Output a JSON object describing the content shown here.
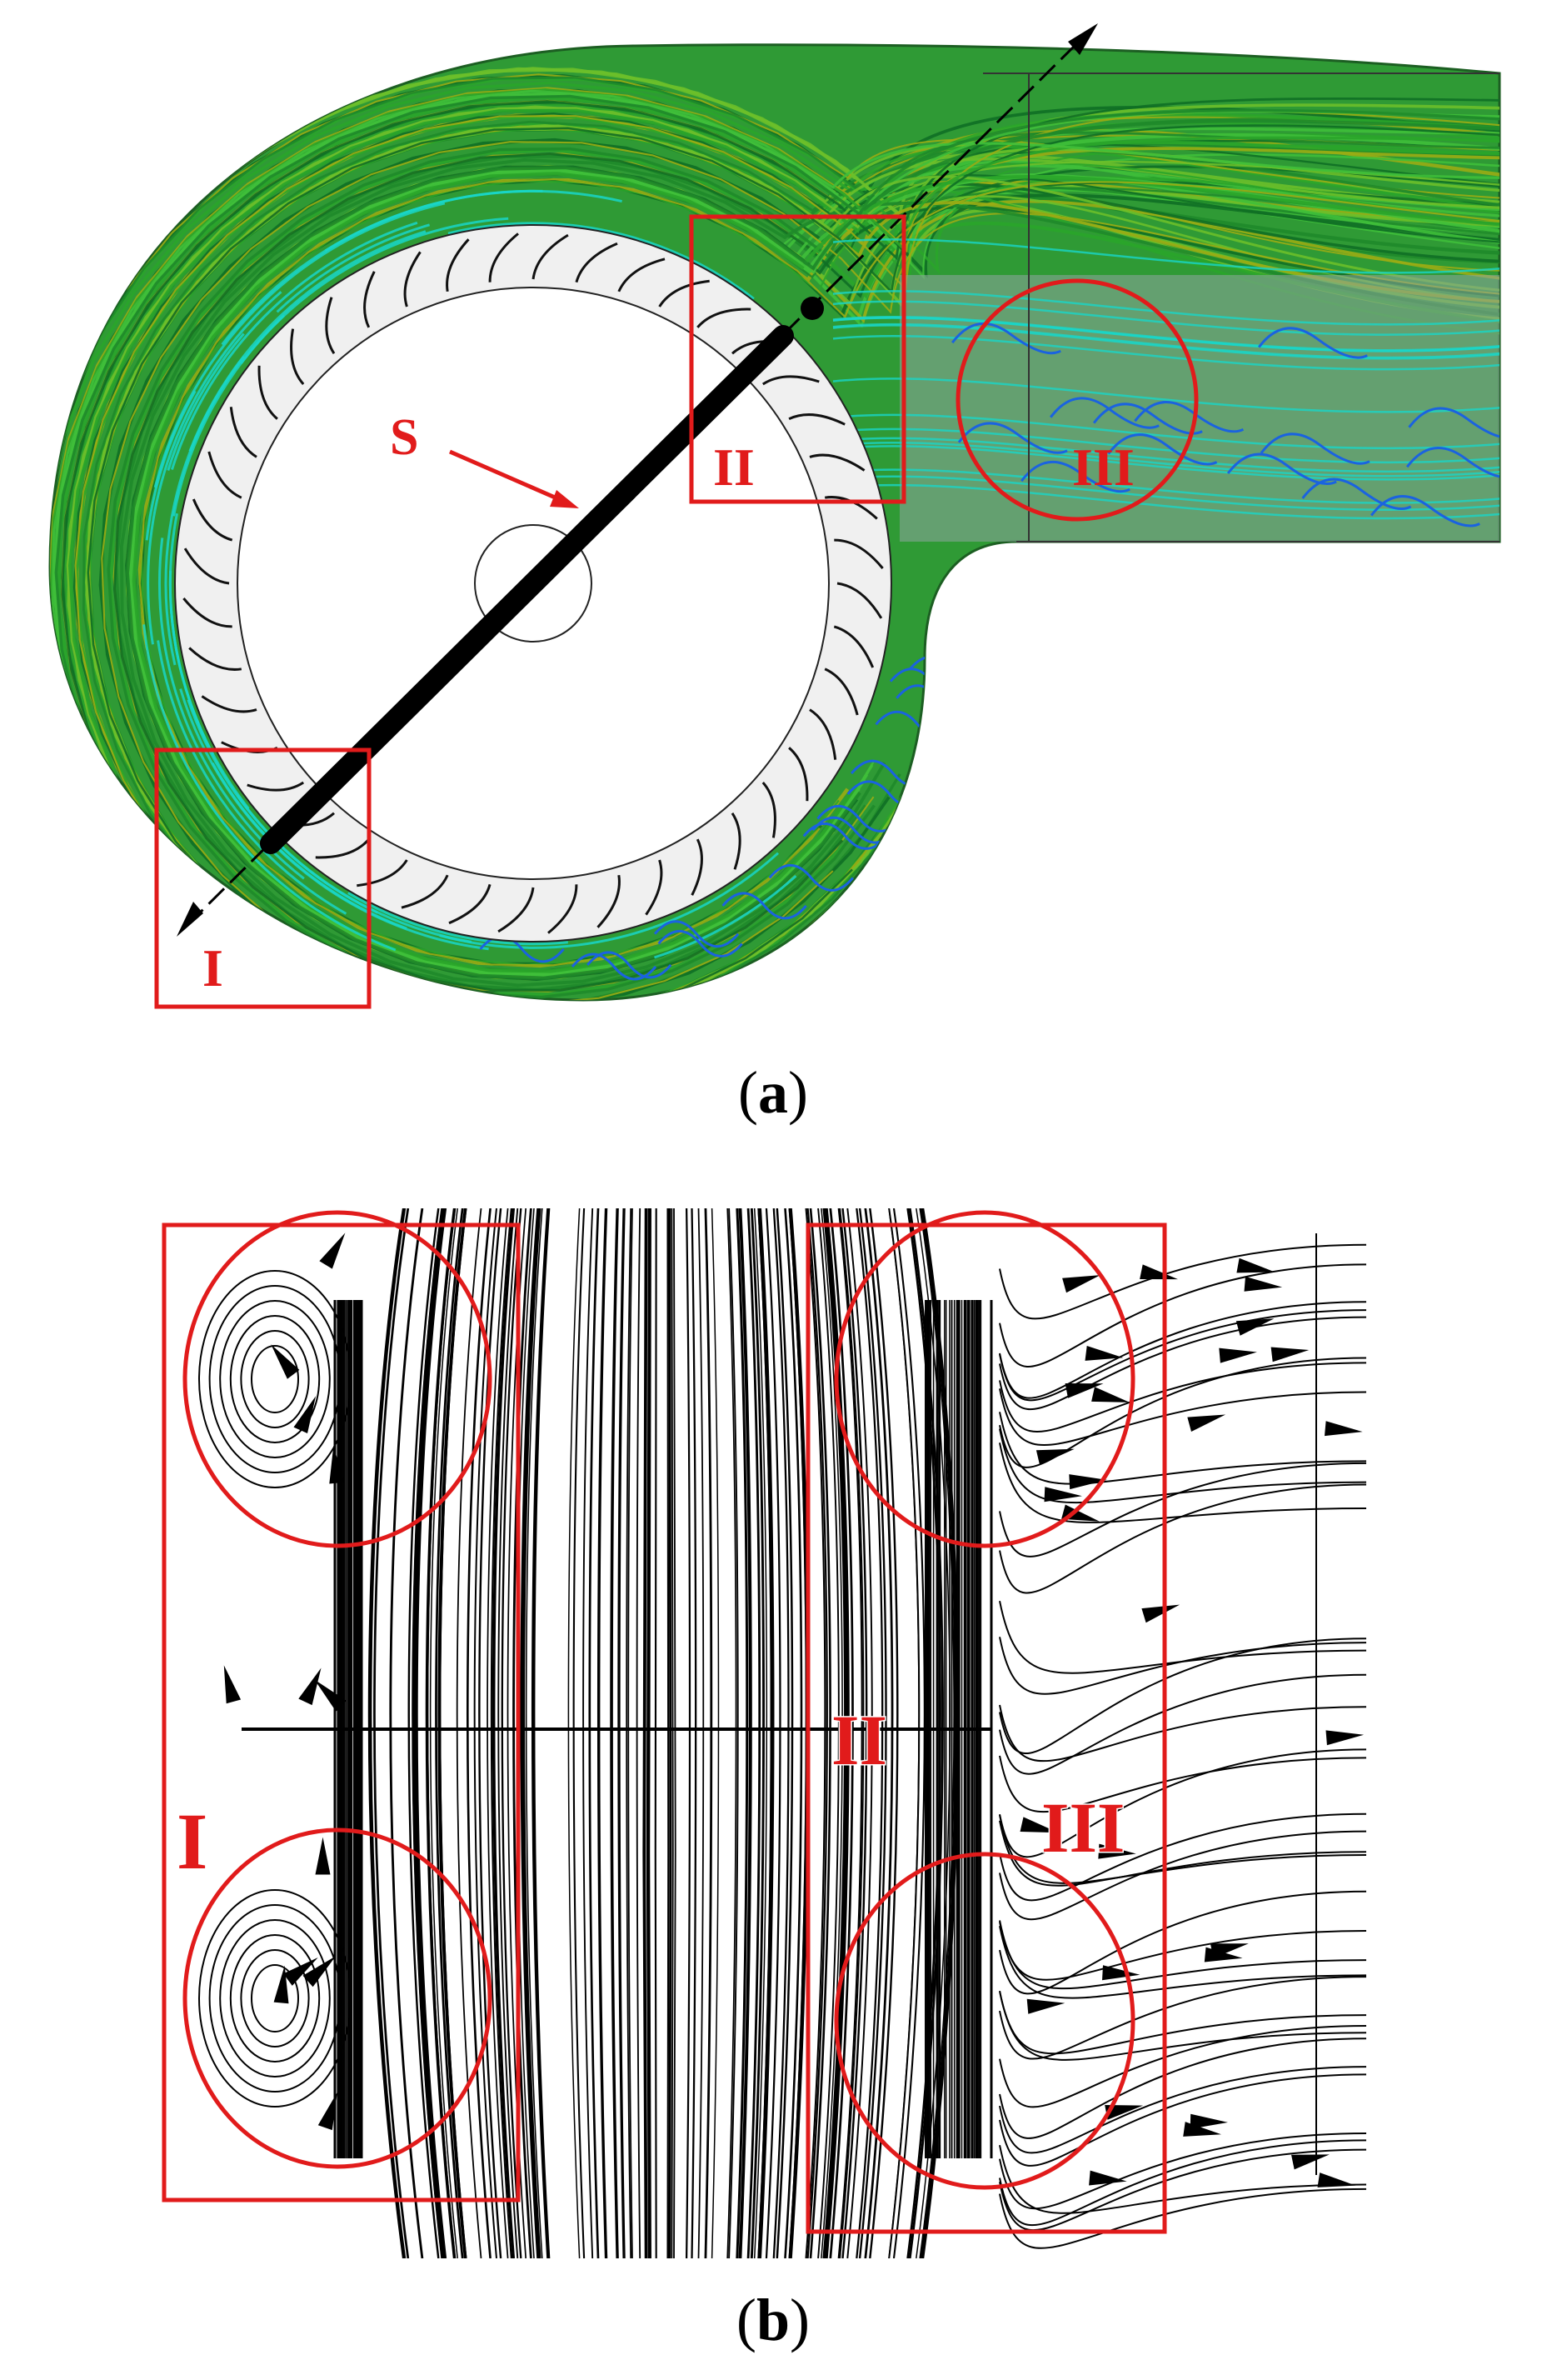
{
  "panel_a": {
    "caption_open": "(",
    "caption_letter": "a",
    "caption_close": ")",
    "label_s": "S",
    "label_i": "I",
    "label_ii": "II",
    "label_iii": "III",
    "colors": {
      "annotation": "#e11b1b",
      "streamline_main": "#2aa52a",
      "streamline_core": "#9aac14",
      "streamline_light": "#19d6c8",
      "streamline_blue": "#1a63e0",
      "section_line": "#000000"
    }
  },
  "panel_b": {
    "caption_open": "(",
    "caption_letter": "b",
    "caption_close": ")",
    "label_i": "I",
    "label_ii": "II",
    "label_iii": "III",
    "colors": {
      "annotation": "#e11b1b",
      "streamline": "#000000"
    }
  }
}
